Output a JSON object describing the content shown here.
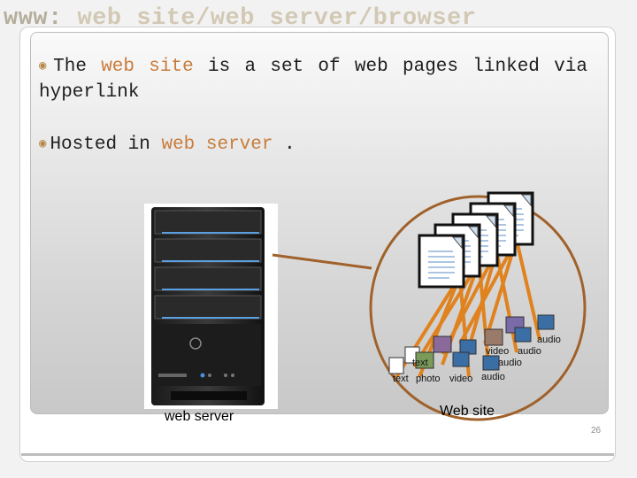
{
  "title": {
    "lead": "www:",
    "rest": "web site/web server/browser"
  },
  "bullets": [
    {
      "pre": "The ",
      "hl": "web site",
      "post": " is a set of web pages linked via hyperlink"
    },
    {
      "pre": "Hosted in ",
      "hl": "web server",
      "post": " ."
    }
  ],
  "server_label": "web server",
  "site_label": "Web site",
  "media_labels": {
    "text": "text",
    "photo": "photo",
    "video": "video",
    "audio": "audio"
  },
  "page_number": "26",
  "colors": {
    "accent": "#c77c3b",
    "circle": "#a0612a",
    "lines": "#e0821e",
    "title": "#d2c8b4"
  }
}
